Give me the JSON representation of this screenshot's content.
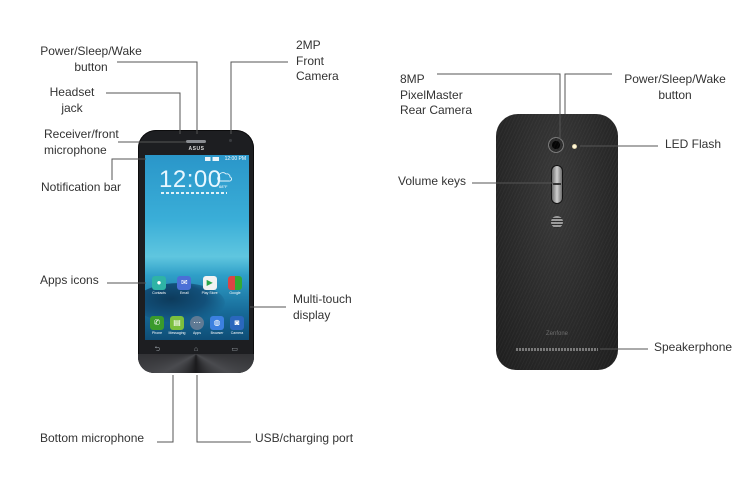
{
  "front_phone": {
    "logo": "ASUS",
    "status_time": "12:00 PM",
    "clock": "12:00",
    "weather_icon": "cloud-icon",
    "temperature": "68°F",
    "home_apps": [
      {
        "label": "Contacts",
        "icon": "contacts-icon",
        "color": "#2fb3a6"
      },
      {
        "label": "Email",
        "icon": "email-icon",
        "color": "#4b6fd6"
      },
      {
        "label": "Play Store",
        "icon": "play-store-icon",
        "color": "#f2f2f2"
      },
      {
        "label": "Google",
        "icon": "google-folder-icon",
        "color": "#3b7a4a"
      }
    ],
    "dock_apps": [
      {
        "label": "Phone",
        "icon": "phone-icon",
        "color": "#3a9a2b"
      },
      {
        "label": "Messaging",
        "icon": "messaging-icon",
        "color": "#7cbf3e"
      },
      {
        "label": "Apps",
        "icon": "all-apps-icon",
        "color": "#5f7a94"
      },
      {
        "label": "Browser",
        "icon": "browser-icon",
        "color": "#3c80e0"
      },
      {
        "label": "Camera",
        "icon": "camera-icon",
        "color": "#2a67bd"
      }
    ],
    "nav_keys": {
      "back": "⮌",
      "home": "⌂",
      "recent": "▭"
    }
  },
  "back_phone": {
    "brand_text": "Zenfone"
  },
  "callouts": {
    "front": {
      "power": [
        "Power/Sleep/Wake",
        "button"
      ],
      "front_camera": [
        "2MP",
        "Front",
        "Camera"
      ],
      "headset": [
        "Headset",
        "jack"
      ],
      "receiver": [
        "Receiver/front",
        "microphone"
      ],
      "notification": "Notification bar",
      "apps": "Apps icons",
      "display": [
        "Multi-touch",
        "display"
      ],
      "bottom_mic": "Bottom microphone",
      "usb": "USB/charging port"
    },
    "back": {
      "rear_camera": [
        "8MP",
        "PixelMaster",
        "Rear Camera"
      ],
      "power": [
        "Power/Sleep/Wake",
        "button"
      ],
      "led_flash": "LED Flash",
      "volume": "Volume keys",
      "speaker": "Speakerphone"
    }
  },
  "colors": {
    "label_text": "#333333",
    "leader_line": "#555555",
    "phone_body": "#1d1e21",
    "screen_blue": "#2a96c9"
  }
}
